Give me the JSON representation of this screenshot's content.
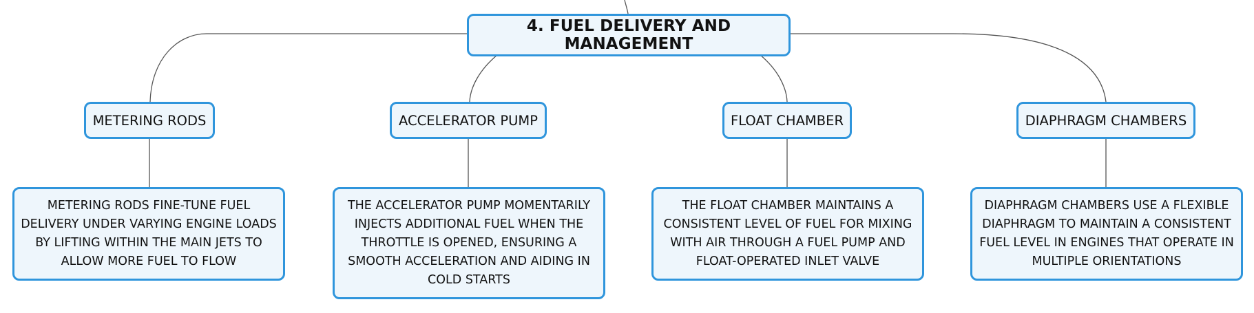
{
  "diagram": {
    "root": {
      "label": "4. FUEL DELIVERY AND MANAGEMENT"
    },
    "branches": [
      {
        "label": "METERING RODS",
        "detail": "METERING RODS FINE-TUNE FUEL DELIVERY UNDER VARYING ENGINE LOADS BY LIFTING WITHIN THE MAIN JETS TO ALLOW MORE FUEL TO FLOW"
      },
      {
        "label": "ACCELERATOR PUMP",
        "detail": "THE ACCELERATOR PUMP MOMENTARILY INJECTS ADDITIONAL FUEL WHEN THE THROTTLE IS OPENED, ENSURING A SMOOTH ACCELERATION AND AIDING IN COLD STARTS"
      },
      {
        "label": "FLOAT CHAMBER",
        "detail": "THE FLOAT CHAMBER MAINTAINS A CONSISTENT LEVEL OF FUEL FOR MIXING WITH AIR THROUGH A FUEL PUMP AND FLOAT-OPERATED INLET VALVE"
      },
      {
        "label": "DIAPHRAGM CHAMBERS",
        "detail": "DIAPHRAGM CHAMBERS USE A FLEXIBLE DIAPHRAGM TO MAINTAIN A CONSISTENT FUEL LEVEL IN ENGINES THAT OPERATE IN MULTIPLE ORIENTATIONS"
      }
    ]
  },
  "colors": {
    "node_border": "#2f95dc",
    "node_fill": "#eef6fc",
    "connector": "#555555",
    "text": "#111111"
  }
}
